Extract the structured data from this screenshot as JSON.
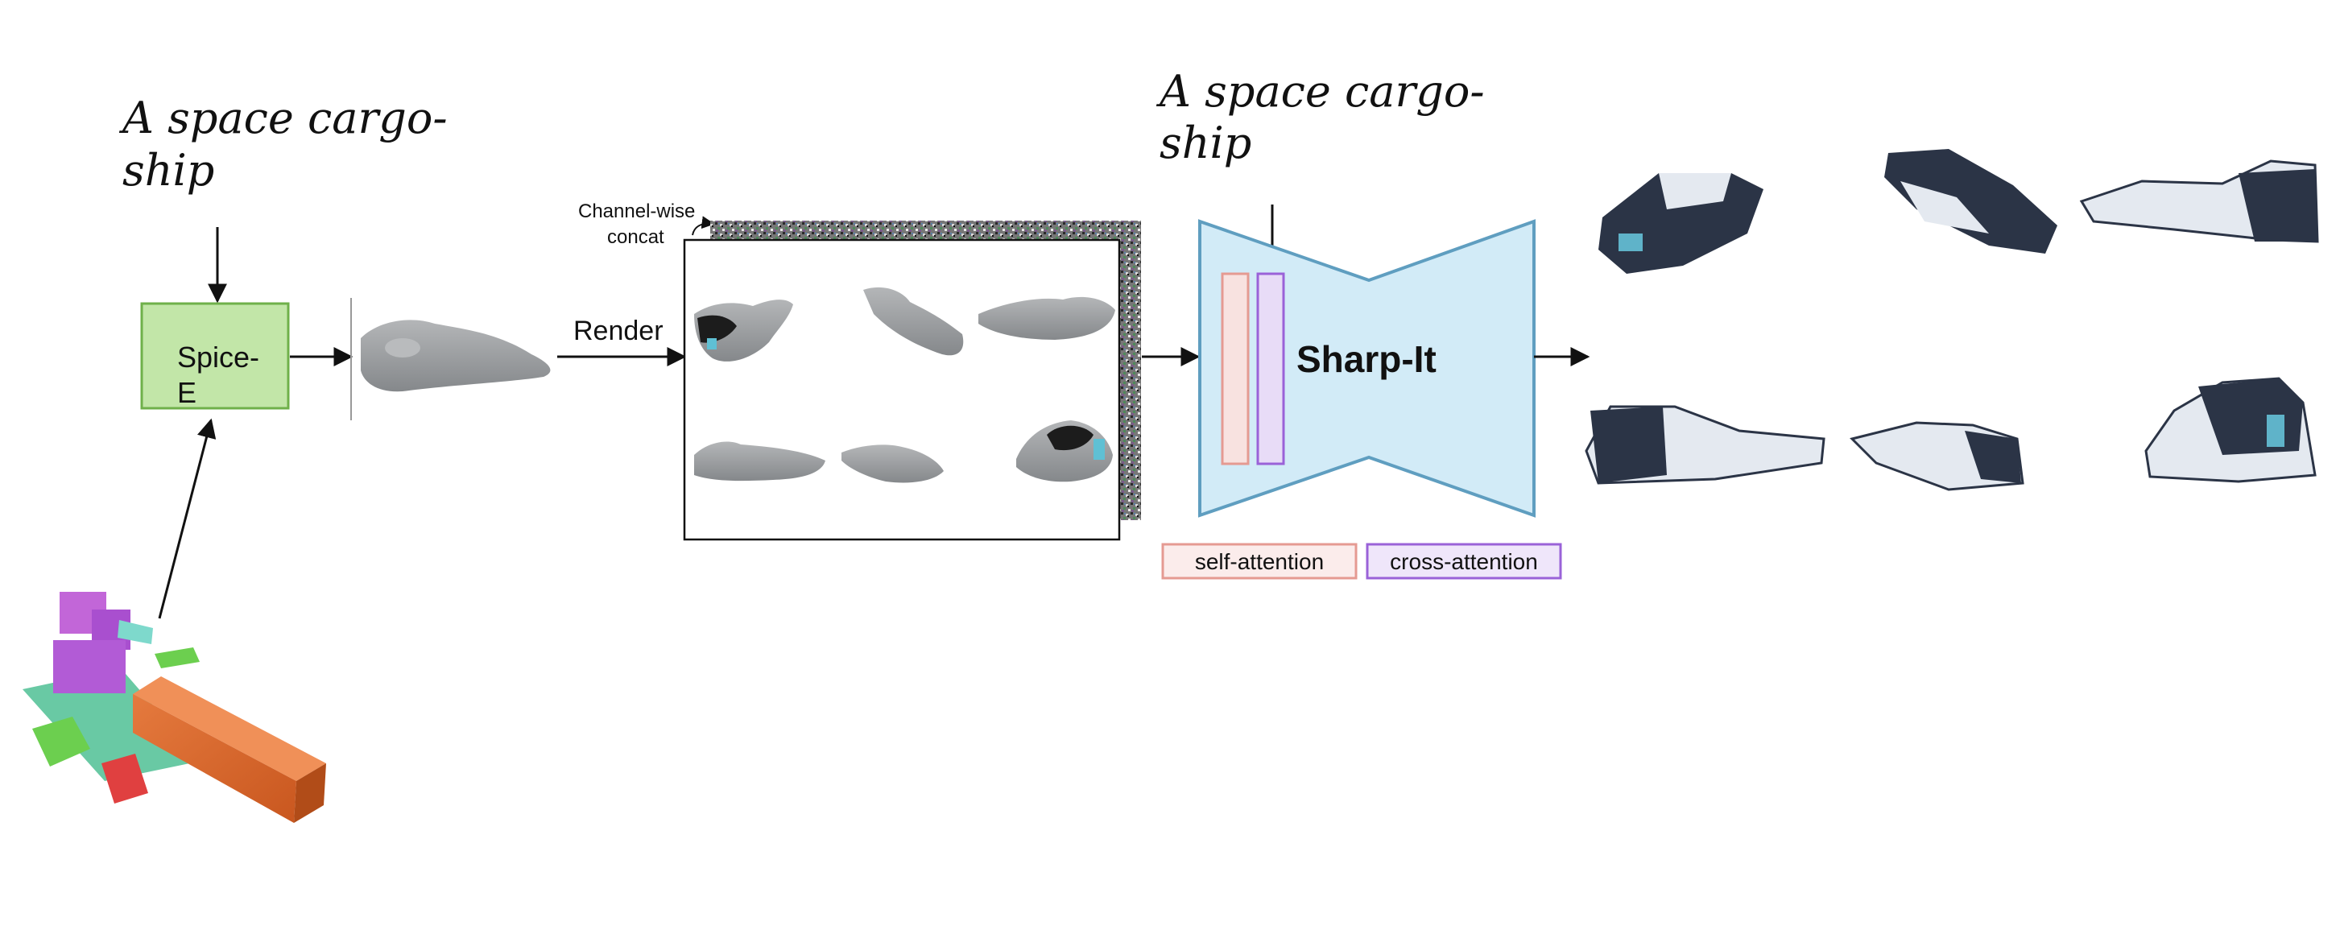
{
  "prompt_left": {
    "line1": "A space cargo-",
    "line2": "ship"
  },
  "prompt_right": {
    "line1": "A space cargo-",
    "line2": "ship"
  },
  "spice_box": {
    "line1": "Spice-",
    "line2": "E"
  },
  "render_label": "Render",
  "concat_label": {
    "line1": "Channel-wise",
    "line2": "concat"
  },
  "sharp_it_label": "Sharp-It",
  "legend": {
    "self_attention": "self-attention",
    "cross_attention": "cross-attention"
  },
  "colors": {
    "spice_fill": "#c2e6a8",
    "spice_stroke": "#6fb04a",
    "hourglass_fill": "#d2ebf7",
    "hourglass_stroke": "#5f9ec0",
    "self_attention": "#e59a92",
    "cross_attention": "#9a62d8",
    "mesh_gray": "#9ea0a2",
    "ship_dark": "#2b3446",
    "ship_light": "#e4e9f0"
  },
  "icons": [
    "cargo-ship-blocks-icon",
    "coarse-ship-mesh-icon",
    "noise-pattern-icon",
    "refined-ship-render-icon"
  ]
}
